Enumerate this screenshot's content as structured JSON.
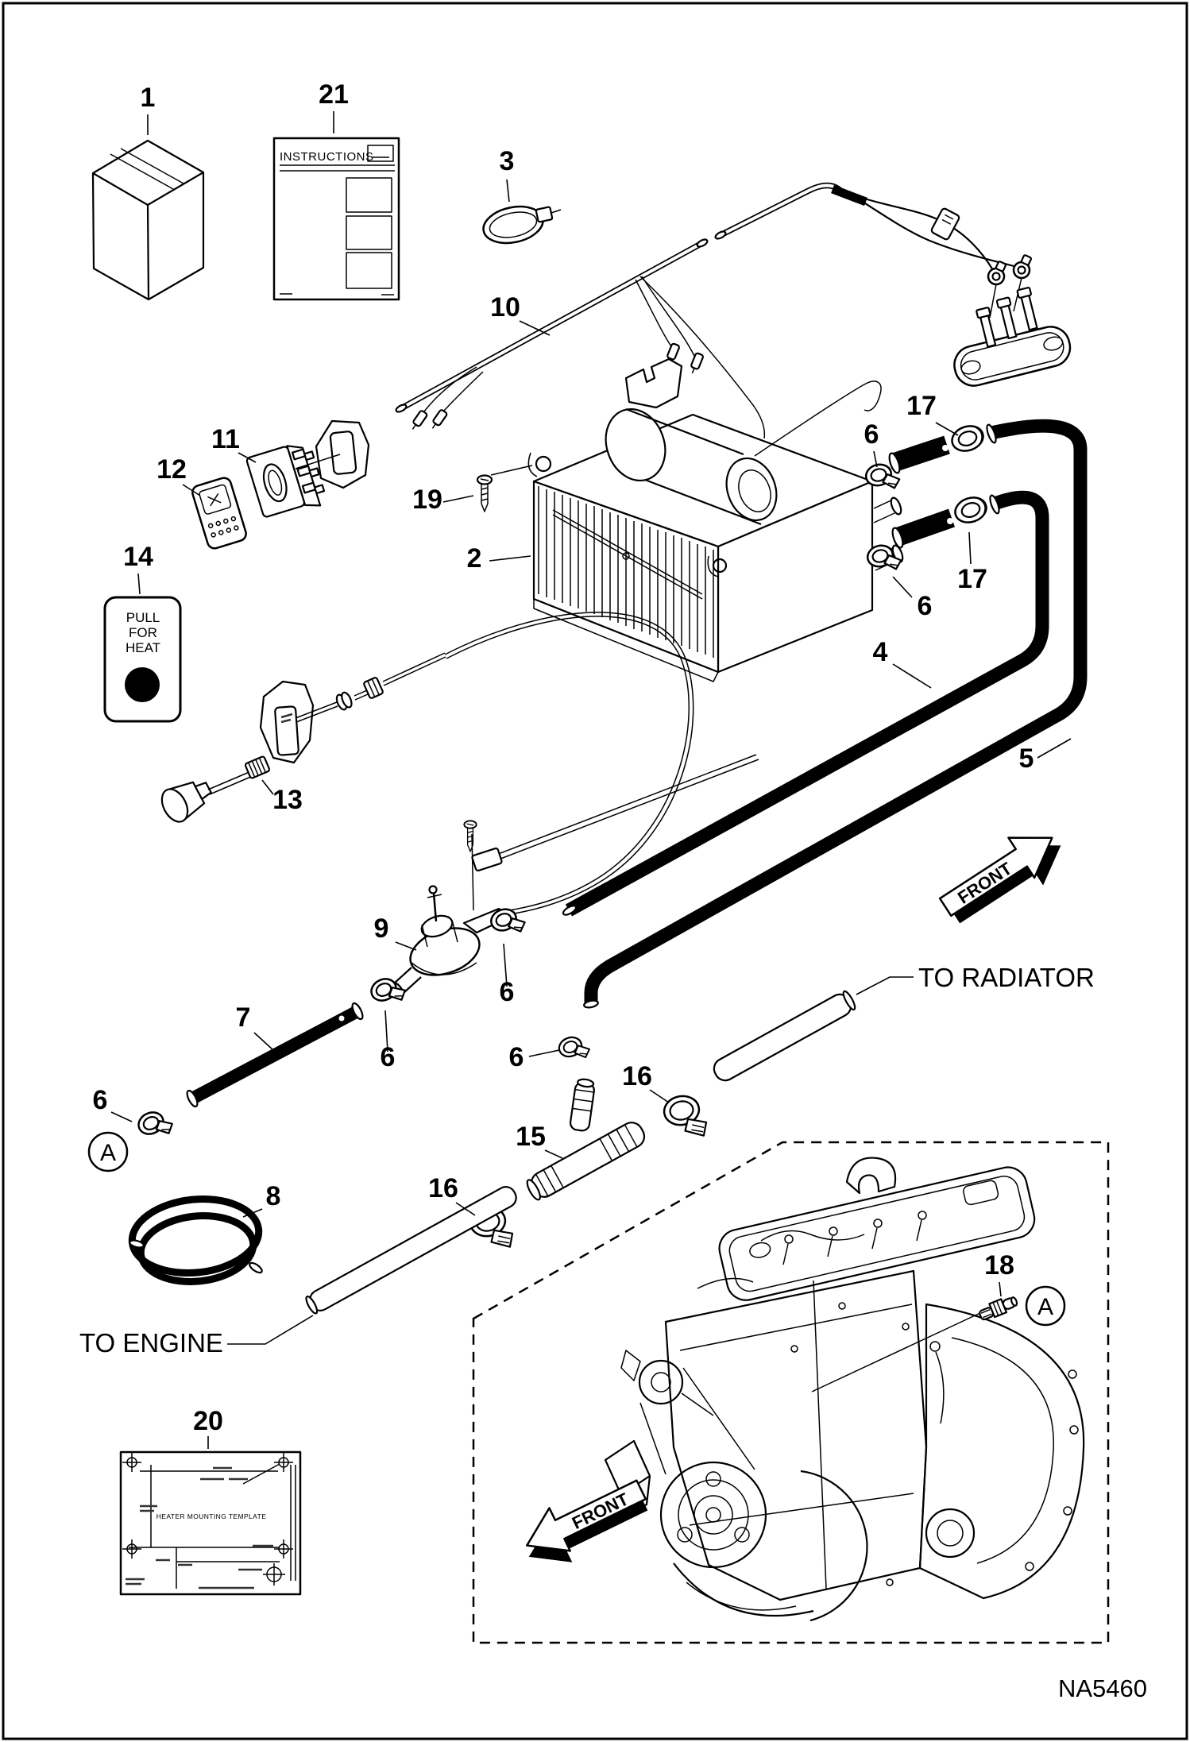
{
  "page": {
    "background": "#ffffff",
    "line_color": "#000000"
  },
  "drawing_number": "NA5460",
  "callouts": {
    "c1": "1",
    "c2": "2",
    "c3": "3",
    "c4": "4",
    "c5": "5",
    "c6": "6",
    "c7": "7",
    "c8": "8",
    "c9": "9",
    "c10": "10",
    "c11": "11",
    "c12": "12",
    "c13": "13",
    "c14": "14",
    "c15": "15",
    "c16": "16",
    "c17": "17",
    "c18": "18",
    "c19": "19",
    "c20": "20",
    "c21": "21"
  },
  "labels": {
    "to_radiator": "TO RADIATOR",
    "to_engine": "TO ENGINE",
    "front": "FRONT",
    "detail_marker": "A",
    "instructions": "INSTRUCTIONS",
    "decal_line1": "PULL",
    "decal_line2": "FOR",
    "decal_line3": "HEAT",
    "template_title": "HEATER MOUNTING TEMPLATE"
  }
}
